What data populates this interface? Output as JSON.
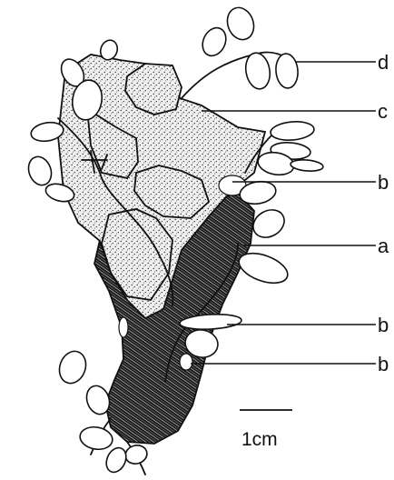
{
  "labels": {
    "d": "d",
    "c": "c",
    "b1": "b",
    "a": "a",
    "b2": "b",
    "b3": "b"
  },
  "scale_bar": {
    "text": "1cm"
  },
  "colors": {
    "ink": "#111111",
    "stipple_background": "#ececec",
    "paper": "#ffffff"
  }
}
